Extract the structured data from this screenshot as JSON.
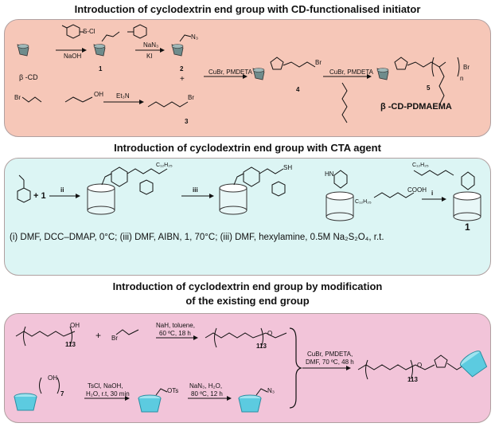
{
  "headings": {
    "section1": "Introduction of cyclodextrin end group with CD-functionalised initiator",
    "section2": "Introduction of cyclodextrin end group  with CTA agent",
    "section3_line1": "Introduction of cyclodextrin end group by  modification",
    "section3_line2": "of the existing end group"
  },
  "panel1": {
    "bg": "#f6c7b8",
    "tscl": "S-Cl",
    "naoh": "NaOH",
    "nan3": "NaN₃",
    "ki": "KI",
    "beta_cd": "β -CD",
    "cmp1": "1",
    "cmp2": "2",
    "cmp3": "3",
    "cmp4": "4",
    "cmp5": "5",
    "plus": "+",
    "et3n": "Et₃N",
    "cubr1": "CuBr, PMDETA",
    "cubr2": "CuBr, PMDETA",
    "product": "β -CD-PDMAEMA",
    "br": "Br",
    "n3": "N₃",
    "oh": "OH",
    "n": "n"
  },
  "panel2": {
    "bg": "#dcf5f4",
    "plus_one": "+ 1",
    "ii": "ii",
    "iii": "iii",
    "i": "i",
    "cmp1": "1",
    "c12": "C₁₂H₂₅",
    "cooh": "COOH",
    "sh": "SH",
    "conditions": "(i) DMF, DCC–DMAP, 0°C; (iii) DMF, AIBN, 1, 70°C; (iii) DMF, hexylamine, 0.5M Na₂S₂O₄, r.t.",
    "hn": "HN"
  },
  "panel3": {
    "bg": "#f2c4d9",
    "peg_n": "113",
    "oh": "OH",
    "br": "Br",
    "plus": "+",
    "cond1_l1": "NaH, toluene,",
    "cond1_l2": "60 ºC, 18 h",
    "cond2_l1": "TsCl, NaOH,",
    "cond2_l2": "H₂O, r.t, 30 min",
    "cond3_l1": "NaN₃, H₂O,",
    "cond3_l2": "80 ºC, 12 h",
    "cond4_l1": "CuBr, PMDETA,",
    "cond4_l2": "DMF, 70 ºC, 48 h",
    "oh7": "OH",
    "seven": "7",
    "ots": "OTs",
    "n3": "N₃",
    "o": "O"
  }
}
